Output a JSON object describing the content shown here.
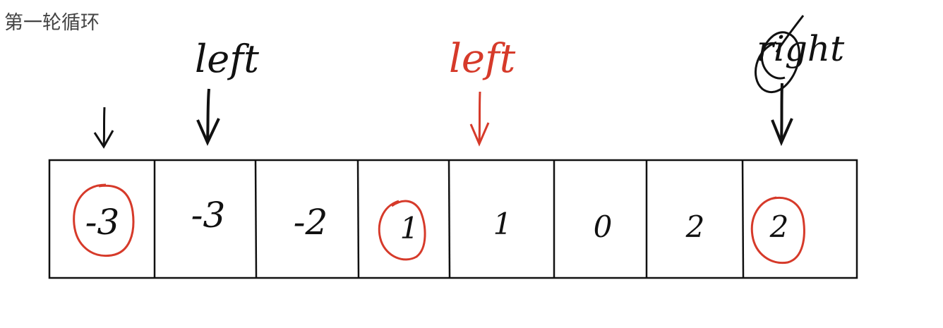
{
  "title": "第一轮循环",
  "array": {
    "values": [
      "-3",
      "-3",
      "-2",
      "1",
      "1",
      "0",
      "2",
      "2"
    ],
    "circled_indices": [
      0,
      3,
      7
    ]
  },
  "pointers": {
    "black_left": {
      "label": "left",
      "cell_index": 1
    },
    "red_left": {
      "label": "left",
      "cell_index": 4
    },
    "right": {
      "label": "right",
      "cell_index": 7
    },
    "plain_arrow": {
      "cell_index": 0
    }
  },
  "colors": {
    "ink": "#111111",
    "red": "#d63a2a",
    "title": "#444444"
  }
}
